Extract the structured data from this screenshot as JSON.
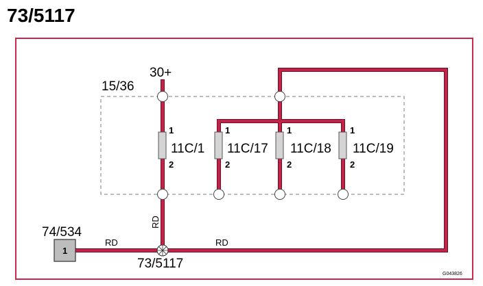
{
  "title": "73/5117",
  "colors": {
    "frame": "#c8284b",
    "wire": "#c22348",
    "wire_edge": "#6b1026",
    "box_dash": "#7a7a7a",
    "connector_fill": "#bdbdbd",
    "fuse_fill": "#d4d4d4"
  },
  "supply": {
    "voltage_label": "30+"
  },
  "fuse_box": {
    "id": "15/36"
  },
  "fuses": [
    {
      "name": "11C/1",
      "pin_top": "1",
      "pin_bottom": "2"
    },
    {
      "name": "11C/17",
      "pin_top": "1",
      "pin_bottom": "2"
    },
    {
      "name": "11C/18",
      "pin_top": "1",
      "pin_bottom": "2"
    },
    {
      "name": "11C/19",
      "pin_top": "1",
      "pin_bottom": "2"
    }
  ],
  "connector": {
    "id": "74/534",
    "pin": "1"
  },
  "splice": {
    "id": "73/5117"
  },
  "wires": {
    "vertical_color": "RD",
    "left_color": "RD",
    "right_color": "RD"
  },
  "drawing_code": "G043826"
}
